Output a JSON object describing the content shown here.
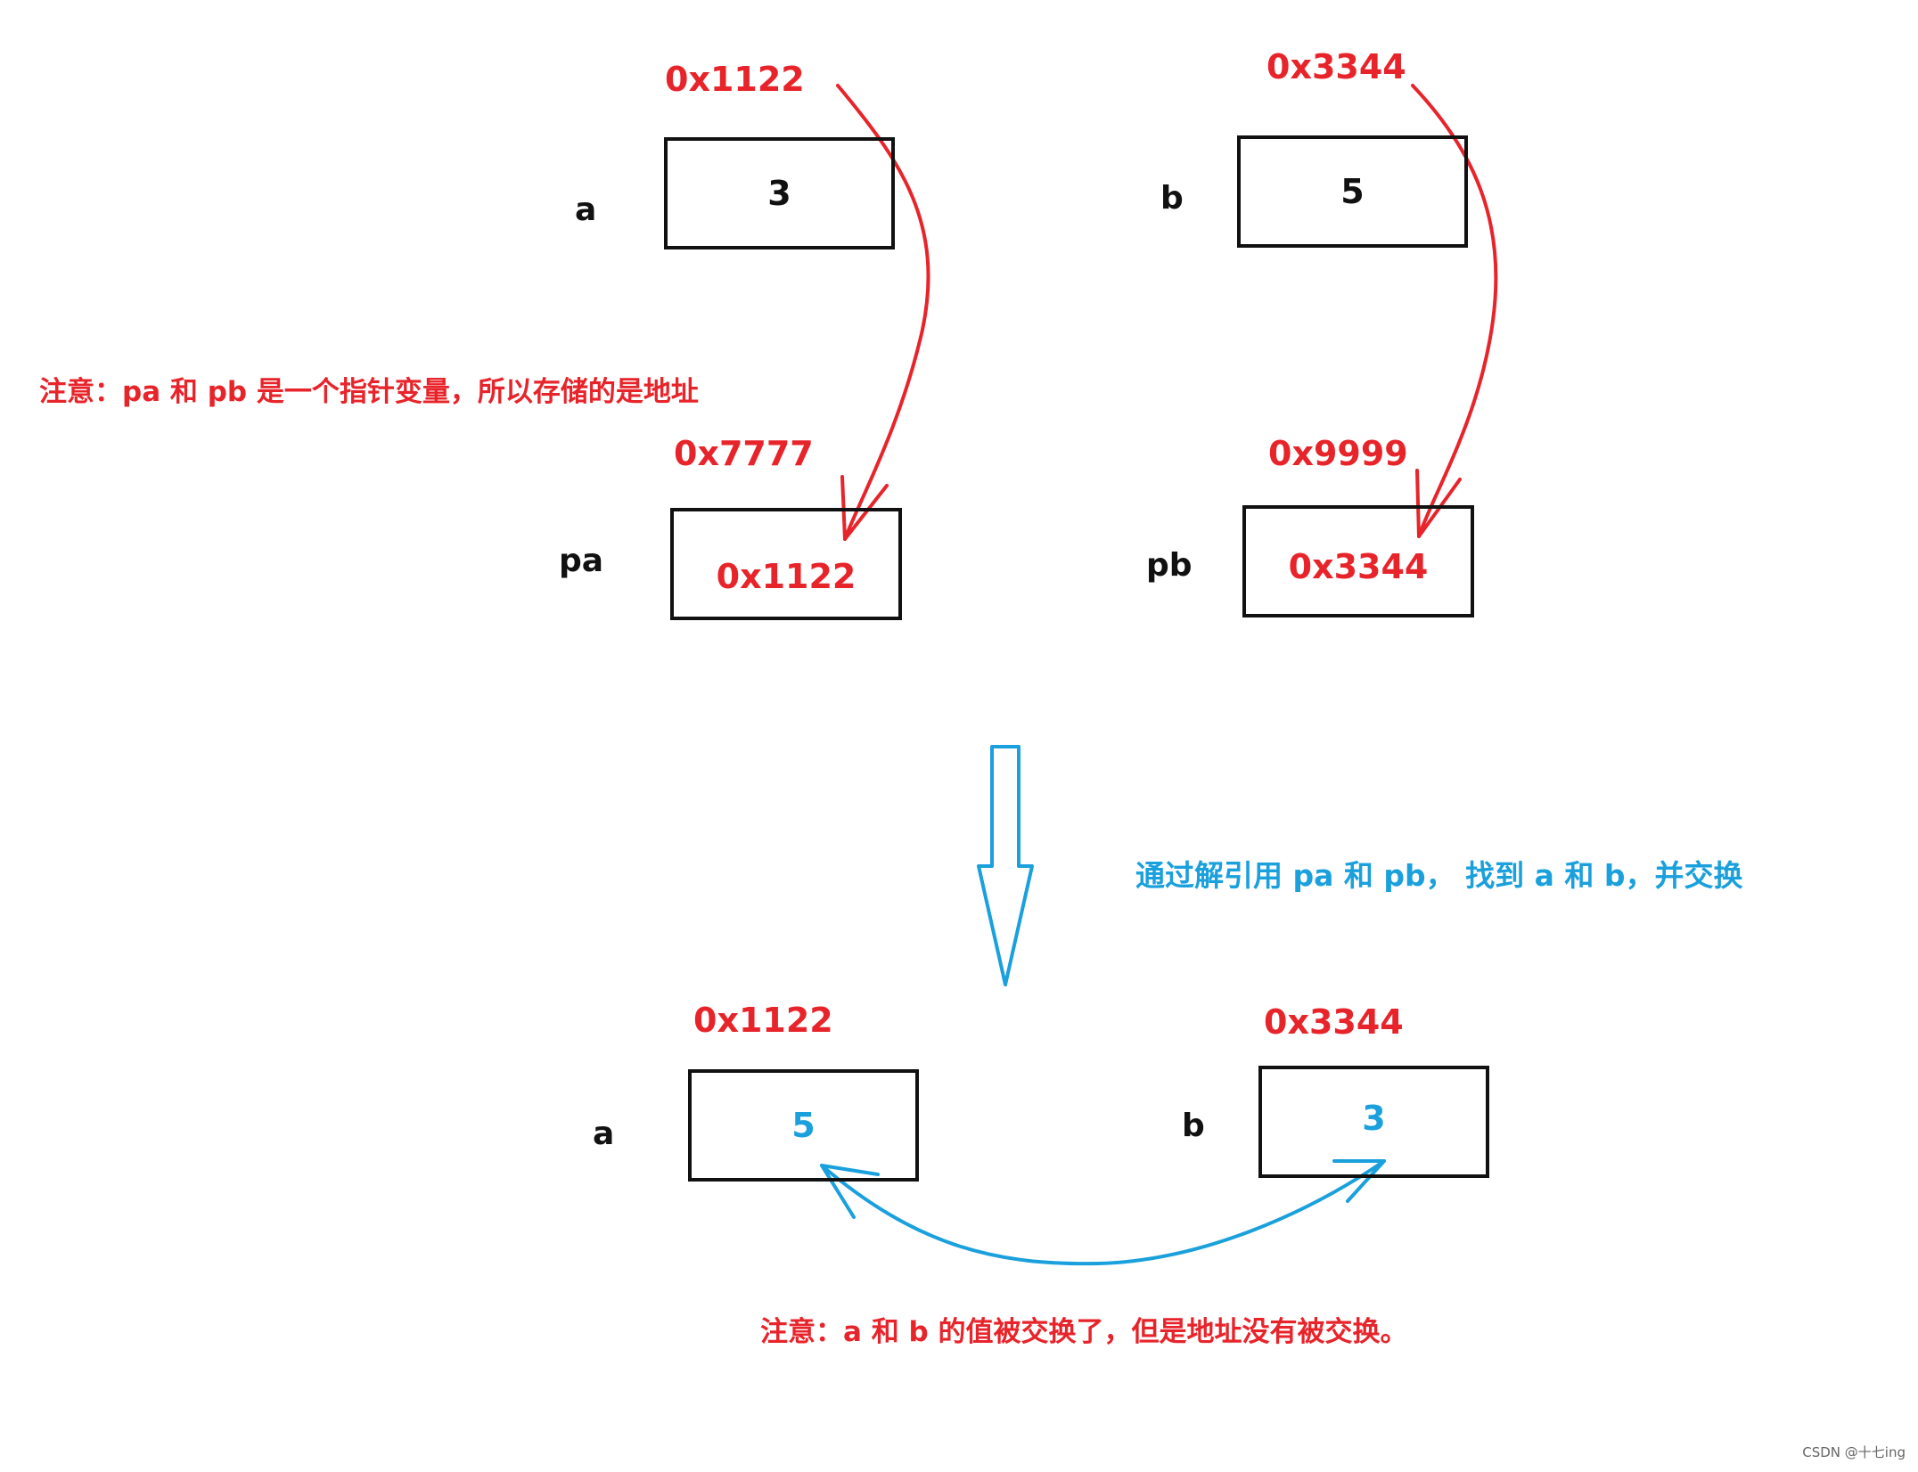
{
  "top": {
    "a": {
      "name": "a",
      "address": "0x1122",
      "value": "3"
    },
    "b": {
      "name": "b",
      "address": "0x3344",
      "value": "5"
    },
    "pa": {
      "name": "pa",
      "address": "0x7777",
      "value": "0x1122"
    },
    "pb": {
      "name": "pb",
      "address": "0x9999",
      "value": "0x3344"
    }
  },
  "notes": {
    "pointer_note": "注意：pa 和 pb 是一个指针变量，所以存储的是地址",
    "deref_note": "通过解引用 pa 和 pb， 找到 a 和 b，并交换",
    "swap_note": "注意：a 和 b 的值被交换了，但是地址没有被交换。"
  },
  "bottom": {
    "a": {
      "name": "a",
      "address": "0x1122",
      "value": "5"
    },
    "b": {
      "name": "b",
      "address": "0x3344",
      "value": "3"
    }
  },
  "watermark": "CSDN @十七ing",
  "colors": {
    "address": "#e8242b",
    "swap": "#1aa0dc",
    "outline": "#111111"
  }
}
